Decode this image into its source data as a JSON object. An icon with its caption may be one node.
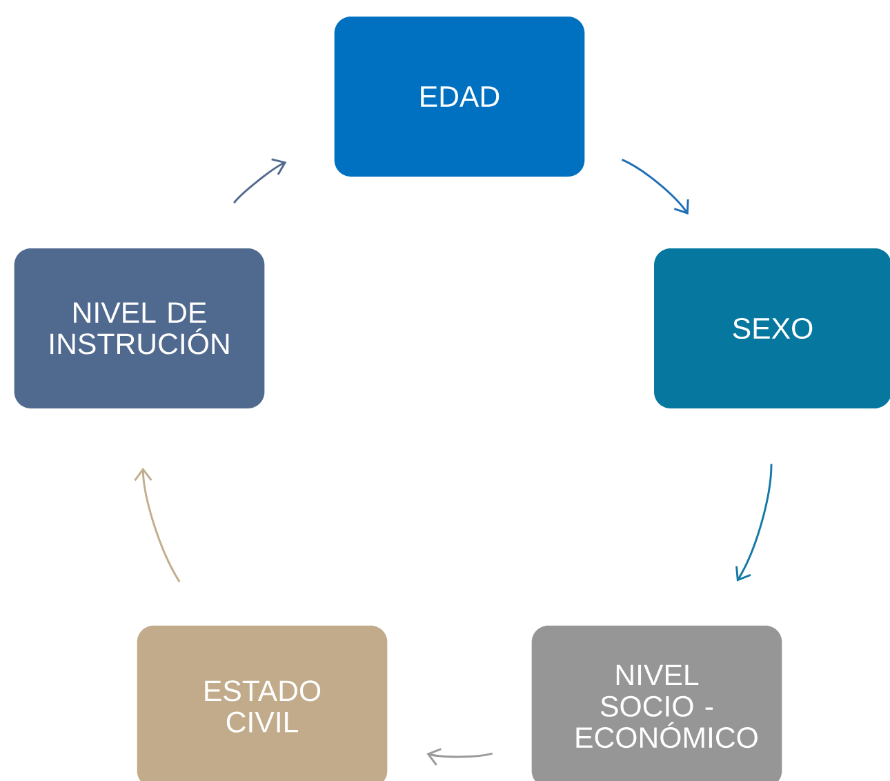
{
  "diagram": {
    "nodes": [
      {
        "text": [
          "EDAD"
        ]
      },
      {
        "text": [
          "SEXO"
        ]
      },
      {
        "text": [
          "NIVEL SOCIO - ECONÓMICO"
        ]
      },
      {
        "text": [
          "ESTADO CIVIL"
        ]
      },
      {
        "text": [
          "NIVEL DE INSTRUCIÓN"
        ]
      }
    ],
    "edges": [
      {
        "from": 0,
        "to": 1,
        "arrow": "to",
        "color": "#1F6FB5"
      },
      {
        "from": 1,
        "to": 2,
        "arrow": "to",
        "color": "#1479A6"
      },
      {
        "from": 2,
        "to": 3,
        "arrow": "to",
        "color": "#9A9A9A"
      },
      {
        "from": 3,
        "to": 4,
        "arrow": "to",
        "color": "#C2AE8E"
      },
      {
        "from": 4,
        "to": 0,
        "arrow": "to",
        "color": "#52698F"
      }
    ]
  }
}
